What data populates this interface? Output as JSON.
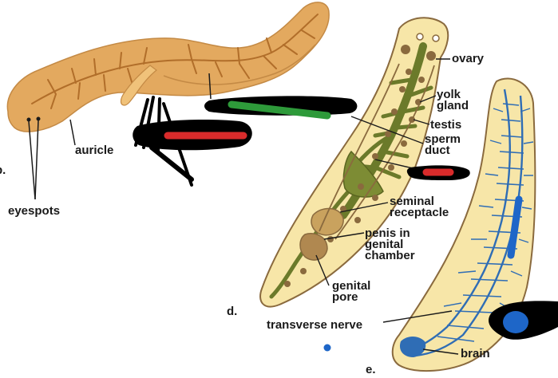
{
  "panels": {
    "b": "b.",
    "d": "d.",
    "e": "e."
  },
  "labels": {
    "eyespots": "eyespots",
    "auricle": "auricle",
    "ovary": "ovary",
    "yolk_gland": "yolk\ngland",
    "testis": "testis",
    "sperm_duct": "sperm\nduct",
    "seminal_receptacle": "seminal\nreceptacle",
    "penis": "penis in\ngenital\nchamber",
    "genital_pore": "genital\npore",
    "transverse_nerve": "transverse nerve",
    "brain": "brain"
  },
  "colors": {
    "planarian_body": "#e0a55c",
    "planarian_gut": "#b9762e",
    "organ_bg": "#f7e6a8",
    "gut_green": "#6b7a2a",
    "organ_brown": "#8a6a3e",
    "nerve_blue": "#2f6db5",
    "annotation_black": "#000000",
    "annotation_red": "#d92b2b",
    "annotation_green": "#2e9a3a",
    "annotation_blue": "#1e66c8"
  }
}
